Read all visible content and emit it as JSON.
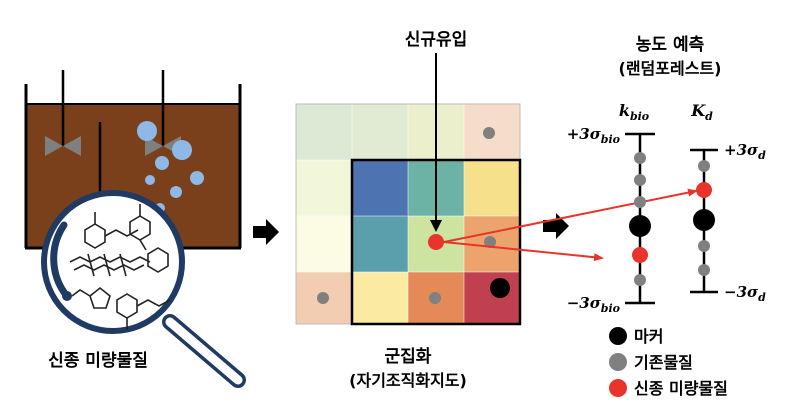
{
  "labels": {
    "tank_caption": "신종 미량물질",
    "new_inflow": "신규유입",
    "som_title": "군집화",
    "som_subtitle": "(자기조직화지도)",
    "prediction_title": "농도 예측",
    "prediction_subtitle": "(랜덤포레스트)"
  },
  "axis_kbio": {
    "symbol": "k",
    "subscript": "bio",
    "top": "+3σ",
    "top_sub": "bio",
    "bottom": "−3σ",
    "bottom_sub": "bio"
  },
  "axis_kd": {
    "symbol": "K",
    "subscript": "d",
    "top": "+3σ",
    "top_sub": "d",
    "bottom": "−3σ",
    "bottom_sub": "d"
  },
  "legend": [
    {
      "label": "마커",
      "color": "#000000"
    },
    {
      "label": "기존물질",
      "color": "#808080"
    },
    {
      "label": "신종 미량물질",
      "color": "#e8342a"
    }
  ],
  "colors": {
    "water": "#7a3f1b",
    "bubble": "#8fb8e6",
    "accent_red": "#e8342a",
    "gray_dot": "#808080",
    "magnifier_ring": "#1f3a63"
  }
}
